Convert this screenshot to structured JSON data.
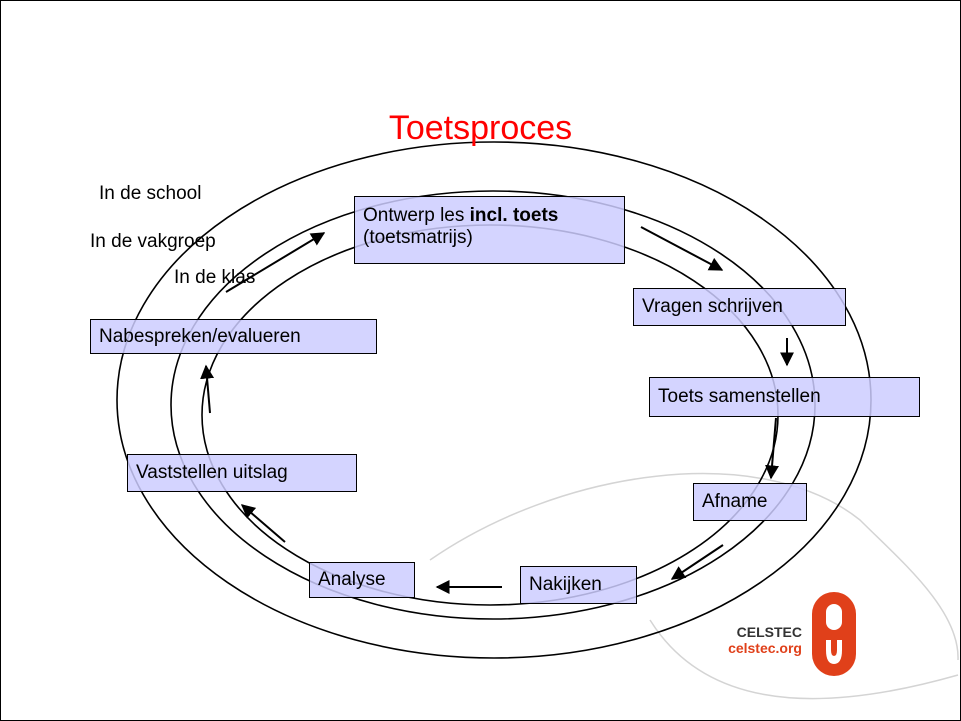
{
  "title": "Toetsproces",
  "levels": {
    "school": "In de school",
    "vakgroep": "In de vakgroep",
    "klas": "In de klas"
  },
  "steps": {
    "ontwerp": {
      "text": "Ontwerp les ",
      "bold": "incl. toets",
      "line2": "(toetsmatrijs)"
    },
    "vragen": "Vragen schrijven",
    "samenstellen": "Toets samenstellen",
    "afname": "Afname",
    "nakijken": "Nakijken",
    "analyse": "Analyse",
    "uitslag": "Vaststellen uitslag",
    "nabespreken": "Nabespreken/evalueren"
  },
  "logo": {
    "name": "CELSTEC",
    "url": "celstec.org",
    "color": "#e0401a"
  },
  "colors": {
    "title": "#ff0000",
    "box_fill": "#ccccff"
  }
}
